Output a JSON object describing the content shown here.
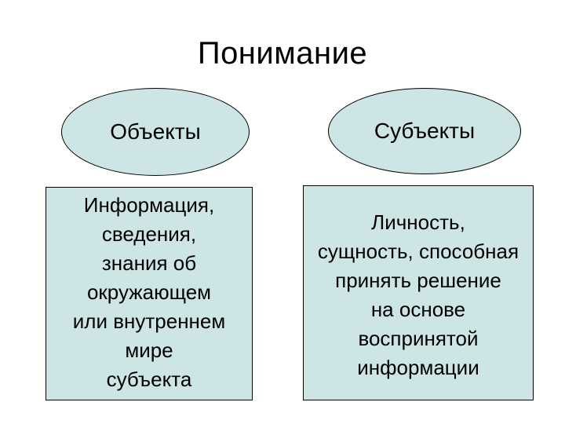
{
  "title": "Понимание",
  "colors": {
    "shape_fill": "#cde5e5",
    "shape_border": "#000000",
    "text": "#000000",
    "background": "#ffffff"
  },
  "left_column": {
    "ellipse_label": "Объекты",
    "box_text": "Информация,\nсведения,\nзнания об\nокружающем\nили внутреннем\nмире\nсубъекта"
  },
  "right_column": {
    "ellipse_label": "Субъекты",
    "box_text": "Личность,\nсущность, способная\nпринять решение\nна основе\nвоспринятой\nинформации"
  }
}
